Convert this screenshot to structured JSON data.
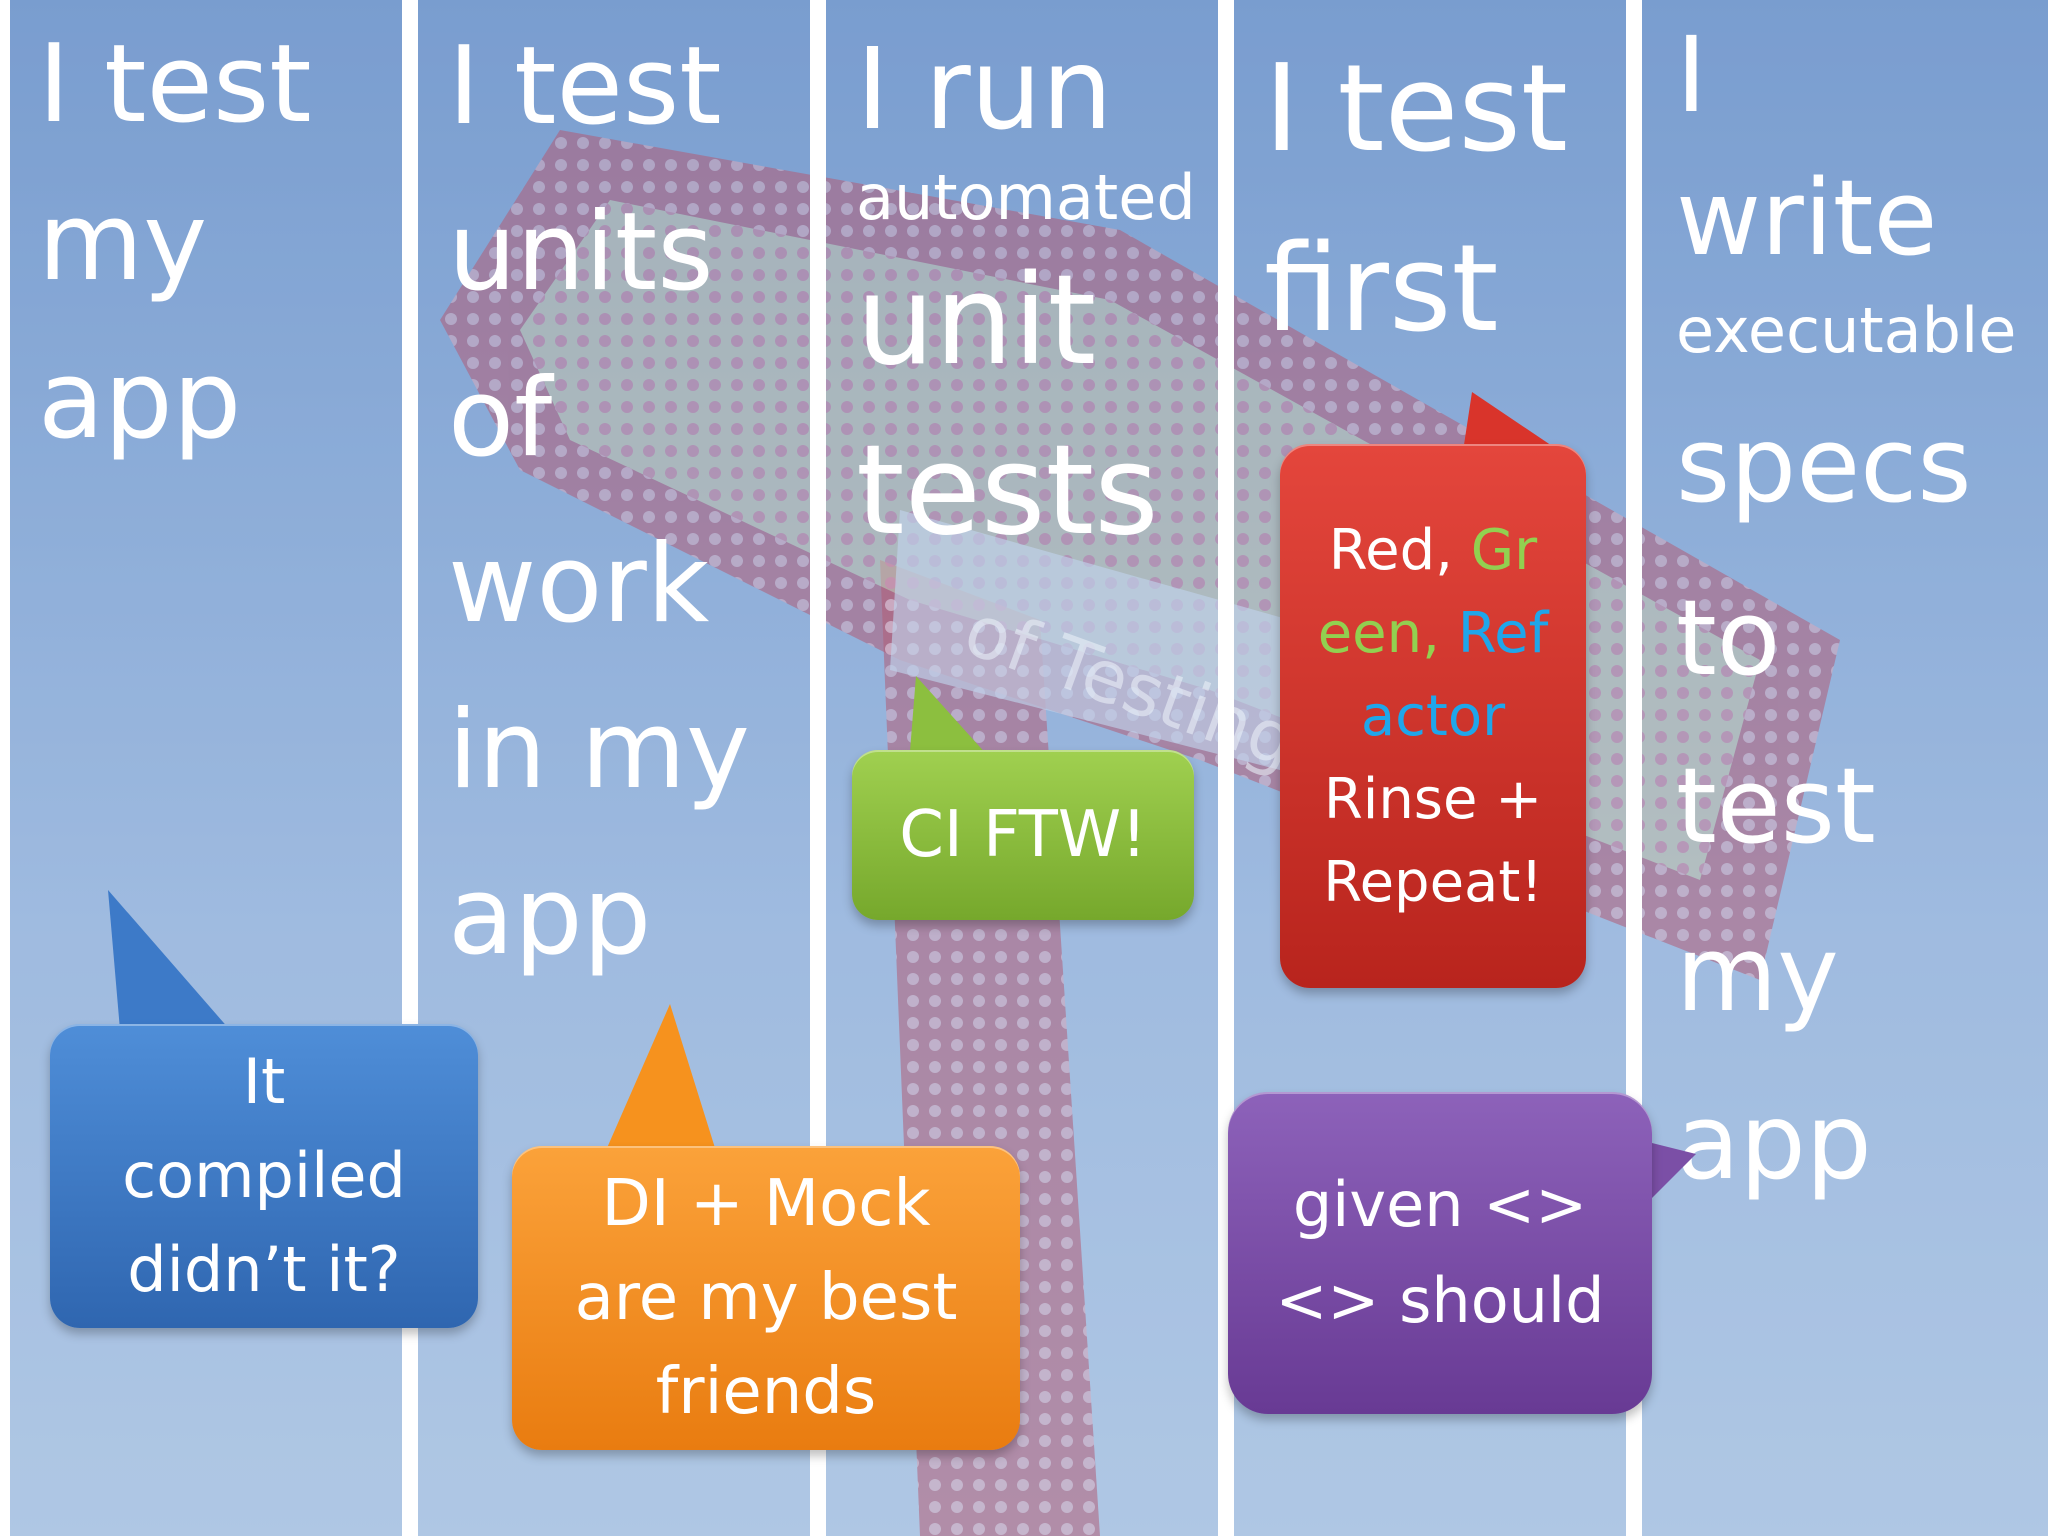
{
  "background": {
    "watermark": "of Testing"
  },
  "columns": [
    {
      "lines": [
        "I test",
        "my",
        "app"
      ],
      "bubble": {
        "lines": [
          "It",
          "compiled",
          "didn’t it?"
        ],
        "color": "#3d7ac8"
      }
    },
    {
      "lines": [
        "I test",
        "units",
        "of",
        "work",
        "in my",
        "app"
      ],
      "bubble": {
        "lines": [
          "DI + Mock",
          "are my best",
          "friends"
        ],
        "color": "#f6921e"
      }
    },
    {
      "lines": [
        "I run",
        "automated",
        "unit",
        "tests"
      ],
      "bubble": {
        "lines": [
          "CI FTW!"
        ],
        "color": "#8cbf3f"
      }
    },
    {
      "lines": [
        "I test",
        "first"
      ],
      "bubble": {
        "parts": [
          {
            "text": "Red, ",
            "color": "#ffffff"
          },
          {
            "text": "Gr",
            "color": "#92d050"
          },
          {
            "text": "een, ",
            "color": "#92d050"
          },
          {
            "text": "Ref",
            "color": "#1fa6ea"
          },
          {
            "text": "actor",
            "color": "#1fa6ea"
          }
        ],
        "lines": [
          "Rinse +",
          "Repeat!"
        ],
        "color": "#d9342b"
      },
      "bubble2": {
        "lines": [
          "given <>",
          "<> should"
        ],
        "color": "#7b4fa6"
      }
    },
    {
      "lines": [
        "I",
        "write",
        "executable",
        "specs",
        "to",
        "test",
        "my",
        "app"
      ]
    }
  ]
}
